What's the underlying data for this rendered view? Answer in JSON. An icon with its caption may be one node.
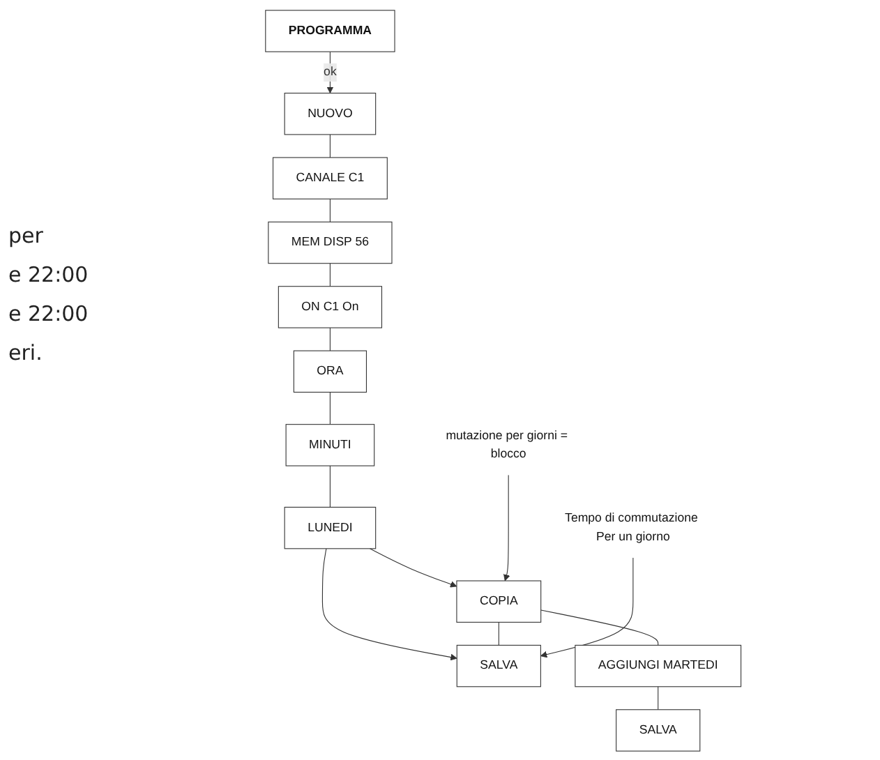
{
  "diagram": {
    "nodes": [
      {
        "text": [
          "PROGRAMMA"
        ]
      },
      {
        "text": [
          "NUOVO"
        ]
      },
      {
        "text": [
          "CANALE C1"
        ]
      },
      {
        "text": [
          "MEM DISP 56"
        ]
      },
      {
        "text": [
          "ON C1 On"
        ]
      },
      {
        "text": [
          "ORA"
        ]
      },
      {
        "text": [
          "MINUTI"
        ]
      },
      {
        "text": [
          "LUNEDI"
        ]
      },
      {
        "text": [
          "COPIA"
        ]
      },
      {
        "text": [
          "SALVA"
        ]
      },
      {
        "text": [
          "AGGIUNGI MARTEDI"
        ]
      },
      {
        "text": [
          "SALVA"
        ]
      },
      {
        "text": [
          "mutazione per giorni = blocco"
        ]
      },
      {
        "text": [
          "Tempo di commutazione Per un giorno"
        ]
      }
    ],
    "edges": [
      {
        "from": 0,
        "to": 1,
        "arrow": "to",
        "label": "ok"
      },
      {
        "from": 1,
        "to": 2,
        "arrow": "none"
      },
      {
        "from": 2,
        "to": 3,
        "arrow": "none"
      },
      {
        "from": 3,
        "to": 4,
        "arrow": "none"
      },
      {
        "from": 4,
        "to": 5,
        "arrow": "none"
      },
      {
        "from": 5,
        "to": 6,
        "arrow": "none"
      },
      {
        "from": 6,
        "to": 7,
        "arrow": "none"
      },
      {
        "from": 7,
        "to": 8,
        "arrow": "to"
      },
      {
        "from": 7,
        "to": 9,
        "arrow": "to"
      },
      {
        "from": 8,
        "to": 9,
        "arrow": "none"
      },
      {
        "from": 8,
        "to": 10,
        "arrow": "none"
      },
      {
        "from": 10,
        "to": 11,
        "arrow": "none"
      },
      {
        "from": 12,
        "to": 8,
        "arrow": "to"
      },
      {
        "from": 13,
        "to": 9,
        "arrow": "to"
      }
    ],
    "labels": [
      "per",
      "e 22:00",
      "e 22:00",
      "eri."
    ]
  }
}
